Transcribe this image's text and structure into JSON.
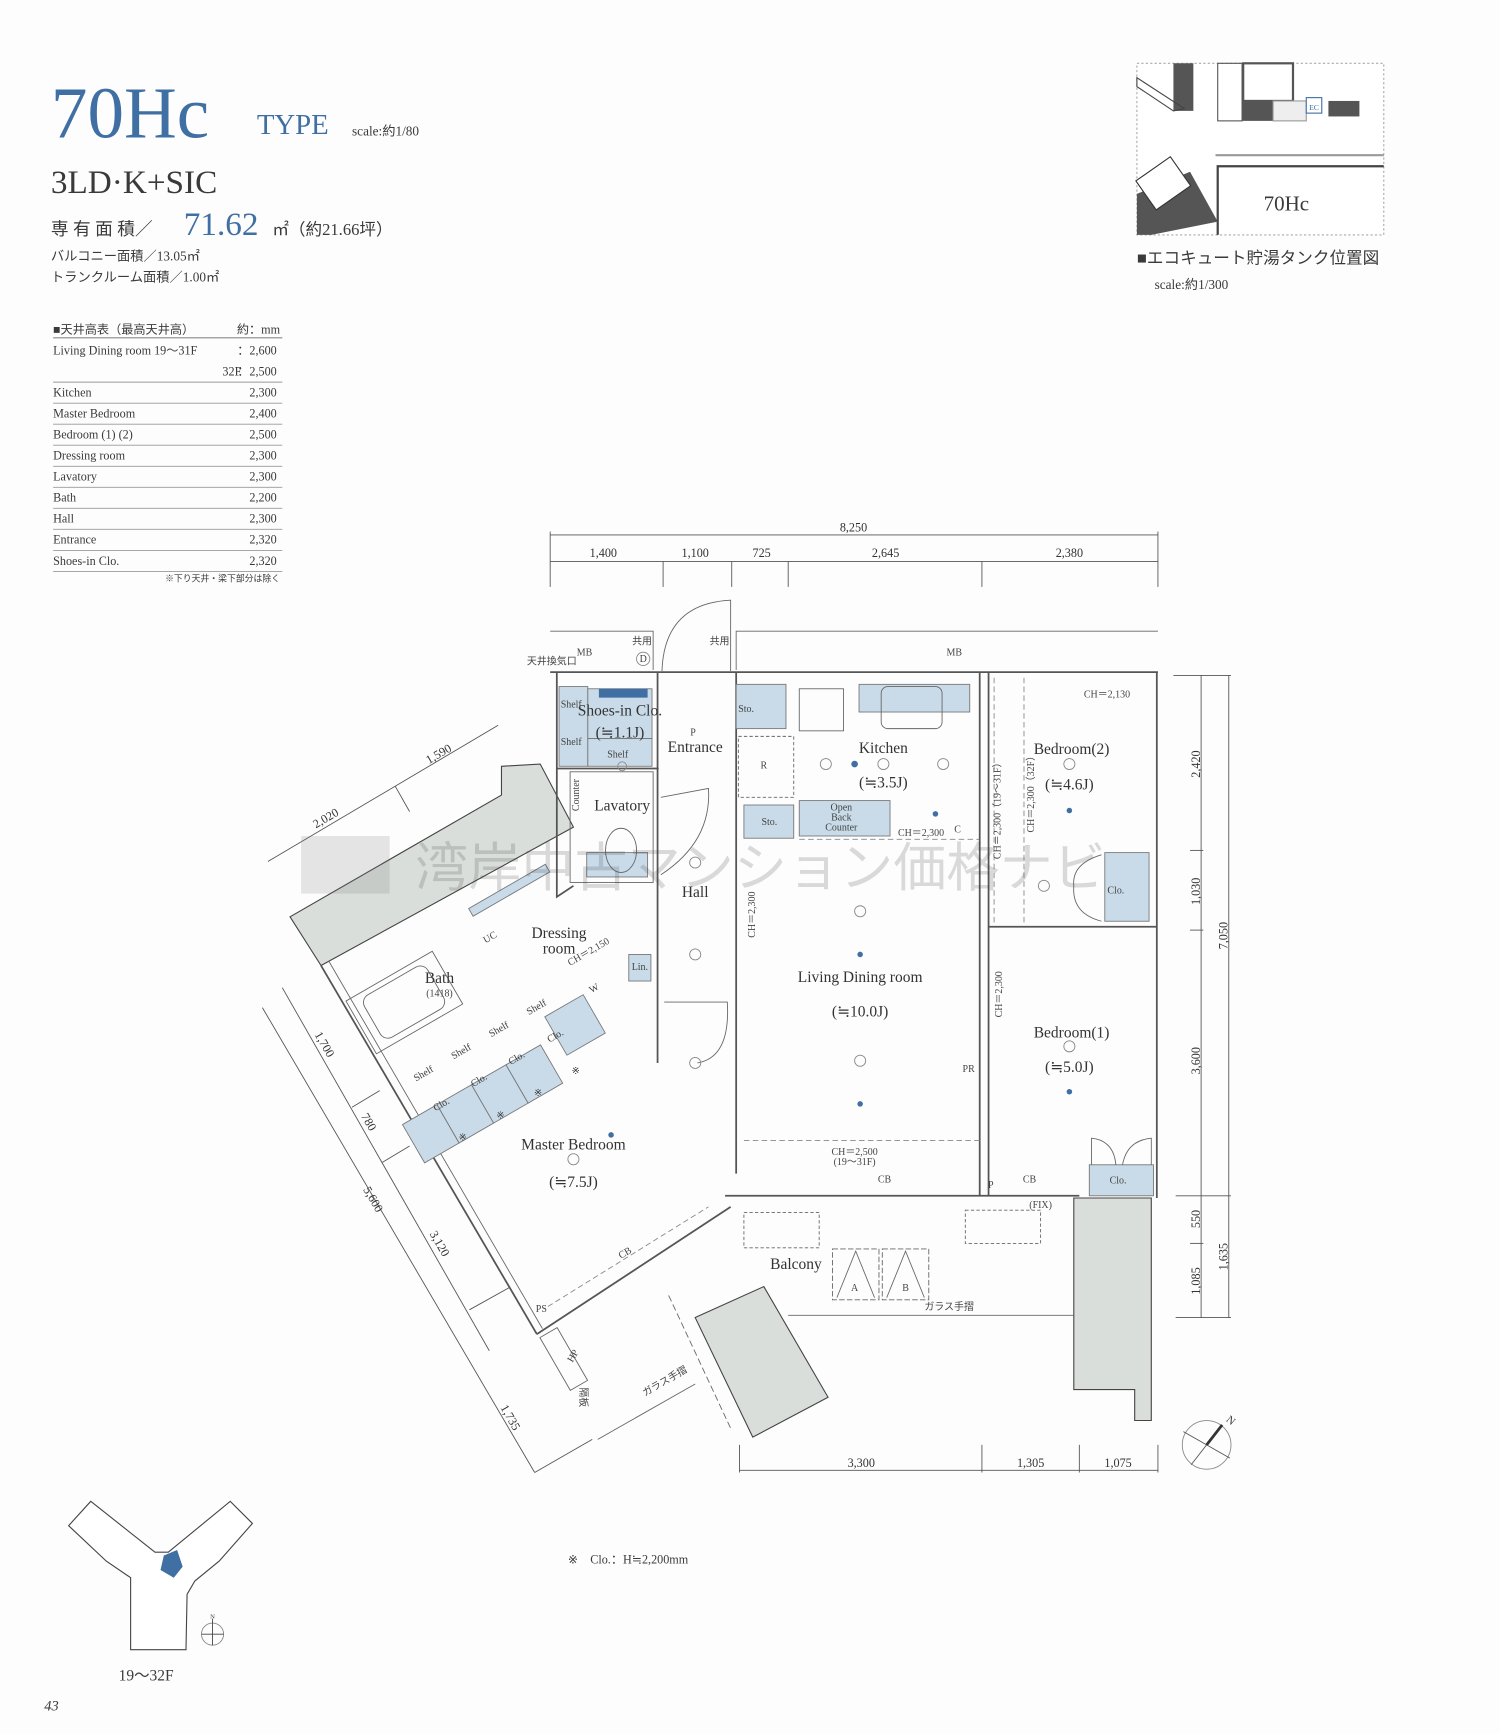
{
  "header": {
    "type_code": "70Hc",
    "type_label": "TYPE",
    "scale": "scale:約1/80",
    "layout": "3LD·K+SIC",
    "area_label": "専 有 面 積／",
    "area_value": "71.62",
    "area_unit": "㎡（約21.66坪）",
    "balcony_area": "バルコニー面積／13.05㎡",
    "trunk_area": "トランクルーム面積／1.00㎡"
  },
  "ceiling_table": {
    "title": "■天井高表（最高天井高）",
    "unit": "約：mm",
    "rows": [
      {
        "room": "Living Dining room 19～31F",
        "value": "：2,600"
      },
      {
        "room": "32F",
        "value": "：2,500"
      },
      {
        "room": "Kitchen",
        "value": "2,300"
      },
      {
        "room": "Master Bedroom",
        "value": "2,400"
      },
      {
        "room": "Bedroom (1) (2)",
        "value": "2,500"
      },
      {
        "room": "Dressing room",
        "value": "2,300"
      },
      {
        "room": "Lavatory",
        "value": "2,300"
      },
      {
        "room": "Bath",
        "value": "2,200"
      },
      {
        "room": "Hall",
        "value": "2,300"
      },
      {
        "room": "Entrance",
        "value": "2,320"
      },
      {
        "room": "Shoes-in Clo.",
        "value": "2,320"
      }
    ],
    "note": "※下り天井・梁下部分は除く"
  },
  "ecocute_map": {
    "unit_label": "70Hc",
    "ec_label": "EC",
    "legend": "■エコキュート貯湯タンク位置図",
    "scale": "scale:約1/300"
  },
  "dimensions": {
    "top_total": "8,250",
    "top": [
      "1,400",
      "1,100",
      "725",
      "2,645",
      "2,380"
    ],
    "right": [
      "2,420",
      "1,030",
      "3,600",
      "550",
      "1,085"
    ],
    "right_total": [
      "7,050",
      "1,635"
    ],
    "bottom": [
      "3,300",
      "1,305",
      "1,075"
    ],
    "upper_left": [
      "2,020",
      "1,590"
    ],
    "left": [
      "1,700",
      "780",
      "5,600",
      "3,120",
      "1,735"
    ]
  },
  "rooms": {
    "mb_left": "MB",
    "mb_right": "MB",
    "shared_1": "共用",
    "shared_2": "共用",
    "d_mark": "D",
    "ceiling_vent": "天井換気口",
    "shoes_clo": "Shoes-in Clo.",
    "shoes_clo_size": "(≒1.1J)",
    "shelf": "Shelf",
    "entrance": "Entrance",
    "p_mark": "P",
    "lavatory": "Lavatory",
    "counter": "Counter",
    "hall": "Hall",
    "sto": "Sto.",
    "kitchen": "Kitchen",
    "kitchen_size": "(≒3.5J)",
    "r_mark": "R",
    "open_back_counter": [
      "Open",
      "Back",
      "Counter"
    ],
    "kitchen_ch": "CH＝2,300",
    "c_mark": "C",
    "bedroom2": "Bedroom(2)",
    "bedroom2_size": "(≒4.6J)",
    "bedroom2_ch": "CH＝2,130",
    "ch_1931": "CH＝2,300（19～31F）",
    "ch_32": "CH＝2,300（32F）",
    "ch_2300": "CH＝2,300",
    "clo": "Clo.",
    "bedroom1": "Bedroom(1)",
    "bedroom1_size": "(≒5.0J)",
    "pr": "PR",
    "living": "Living Dining room",
    "living_size": "(≒10.0J)",
    "living_ch": [
      "CH＝2,500",
      "(19～31F)"
    ],
    "cb": "CB",
    "fix": "(FIX)",
    "balcony": "Balcony",
    "unit_a": "A",
    "unit_b": "B",
    "glass_rail": "ガラス手摺",
    "dressing": [
      "Dressing",
      "room"
    ],
    "uc": "UC",
    "dressing_ch": "CH＝2,150",
    "w": "W",
    "lin": "Lin.",
    "bath": "Bath",
    "bath_size": "(1418)",
    "master": "Master Bedroom",
    "master_size": "(≒7.5J)",
    "ps": "PS",
    "hp": "HP",
    "partition": "隔板",
    "asterisk": "※"
  },
  "note": "※　Clo.：H≒2,200mm",
  "key_plan": {
    "floors": "19～32F",
    "north": "N"
  },
  "compass_north": "N",
  "page_number": "43",
  "watermark": "湾岸中古マンション価格ナビ",
  "colors": {
    "accent": "#3f6fa3",
    "fixture": "#c9dbe8",
    "structure": "#d9dedb"
  }
}
